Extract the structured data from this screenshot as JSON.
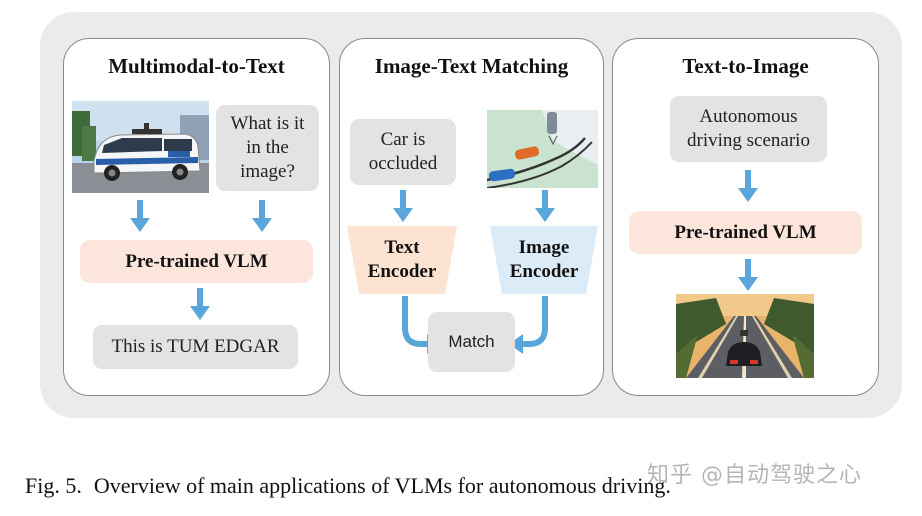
{
  "panels": {
    "multimodal": {
      "title": "Multimodal-to-Text",
      "question": "What is it in the image?",
      "vlm": "Pre-trained VLM",
      "output": "This is TUM EDGAR"
    },
    "matching": {
      "title": "Image-Text Matching",
      "text_input": "Car is occluded",
      "text_encoder": "Text Encoder",
      "image_encoder": "Image Encoder",
      "match": "Match"
    },
    "text_to_image": {
      "title": "Text-to-Image",
      "prompt": "Autonomous driving scenario",
      "vlm": "Pre-trained VLM"
    }
  },
  "caption": {
    "label": "Fig. 5.",
    "text": "Overview of main applications of VLMs for autonomous driving."
  },
  "watermark": "知乎 @自动驾驶之心",
  "colors": {
    "arrow": "#5aa5da",
    "vlm_fill": "#fce6dc",
    "text_encoder_fill": "#fde3d2",
    "image_encoder_fill": "#dcebf8",
    "gray_box": "#e3e3e3"
  },
  "icons": [
    "van-photo",
    "map-scene-image",
    "road-scene-image",
    "down-arrow-icon",
    "curved-arrow-icon"
  ]
}
